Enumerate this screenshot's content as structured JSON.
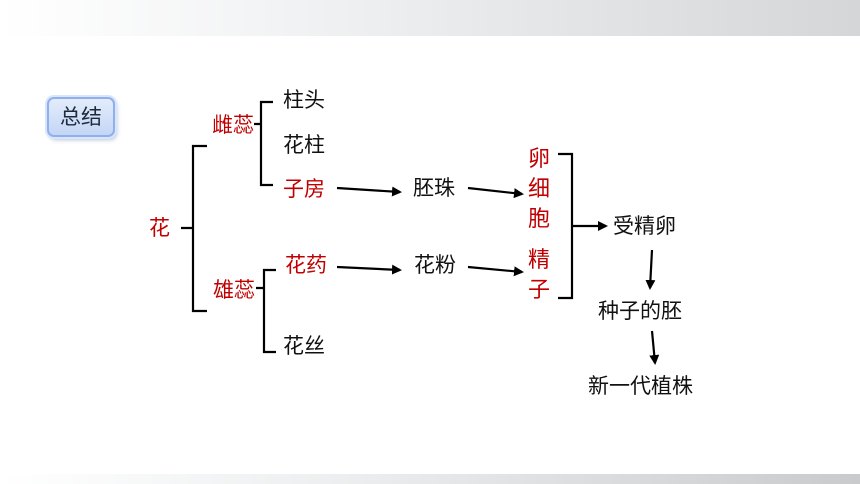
{
  "summary_badge": "总结",
  "nodes": {
    "flower": "花",
    "pistil": "雌蕊",
    "stamen": "雄蕊",
    "stigma": "柱头",
    "style": "花柱",
    "ovary": "子房",
    "ovule": "胚珠",
    "egg_cell": "卵细胞",
    "anther": "花药",
    "pollen": "花粉",
    "sperm": "精子",
    "fertilized_egg": "受精卵",
    "embryo": "种子的胚",
    "new_plant": "新一代植株"
  },
  "colors": {
    "highlight": "#c00000",
    "text": "#111111",
    "badge_border": "#8fb0ec"
  }
}
